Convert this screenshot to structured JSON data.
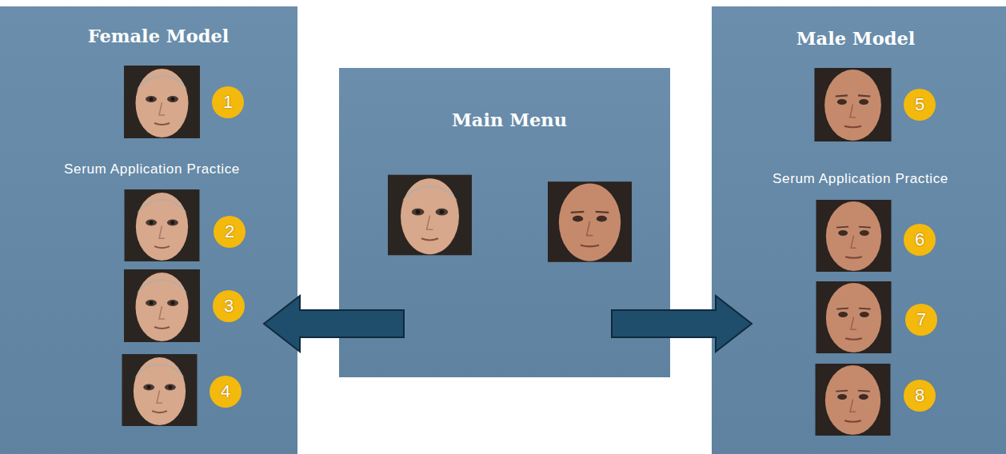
{
  "diagram": {
    "nodes": [
      {
        "text": [
          "Female Model",
          "Serum Application Practice"
        ]
      },
      {
        "text": [
          "1"
        ],
        "in": 0
      },
      {
        "text": [
          "2"
        ],
        "in": 0
      },
      {
        "text": [
          "3"
        ],
        "in": 0
      },
      {
        "text": [
          "4"
        ],
        "in": 0
      },
      {
        "text": [
          "Main Menu"
        ]
      },
      {
        "text": [
          "Male Model",
          "Serum Application Practice"
        ]
      },
      {
        "text": [
          "5"
        ],
        "in": 6
      },
      {
        "text": [
          "6"
        ],
        "in": 6
      },
      {
        "text": [
          "7"
        ],
        "in": 6
      },
      {
        "text": [
          "8"
        ],
        "in": 6
      }
    ],
    "edges": [
      {
        "from": 5,
        "to": 0,
        "arrow": "to"
      },
      {
        "from": 5,
        "to": 6,
        "arrow": "to"
      }
    ]
  }
}
